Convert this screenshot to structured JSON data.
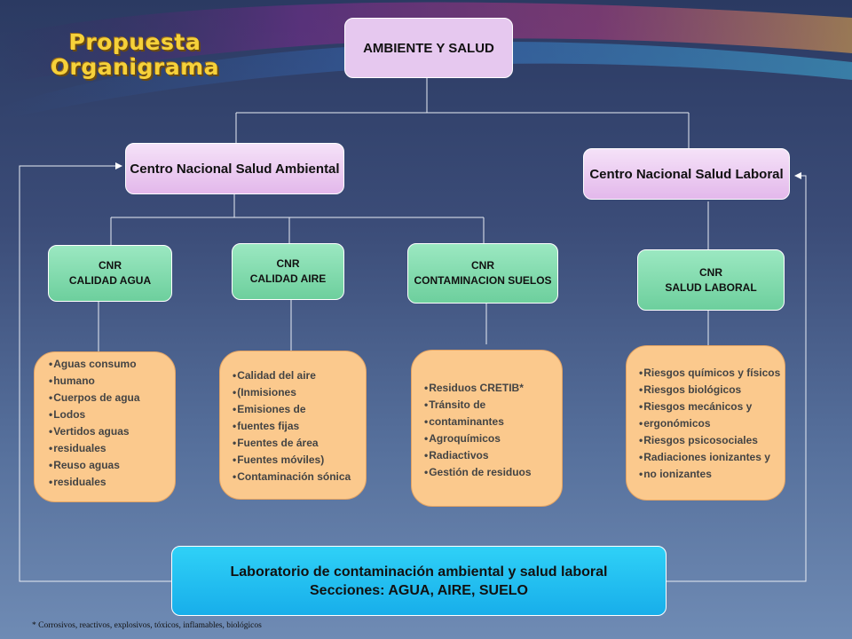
{
  "title": {
    "line1": "Propuesta",
    "line2": "Organigrama"
  },
  "root": {
    "label": "AMBIENTE Y SALUD"
  },
  "centers": [
    {
      "label": "Centro Nacional Salud Ambiental"
    },
    {
      "label": "Centro Nacional Salud Laboral"
    }
  ],
  "cnr": [
    {
      "line1": "CNR",
      "line2": "CALIDAD AGUA"
    },
    {
      "line1": "CNR",
      "line2": "CALIDAD AIRE"
    },
    {
      "line1": "CNR",
      "line2": "CONTAMINACION SUELOS"
    },
    {
      "line1": "CNR",
      "line2": "SALUD LABORAL"
    }
  ],
  "lists": [
    {
      "items": [
        "Aguas consumo",
        "humano",
        "Cuerpos de agua",
        "Lodos",
        "Vertidos  aguas",
        "residuales",
        "Reuso  aguas",
        "residuales"
      ]
    },
    {
      "items": [
        "Calidad del aire",
        "(Inmisiones",
        "Emisiones de",
        "fuentes fijas",
        "Fuentes de  área",
        "Fuentes móviles)",
        "Contaminación sónica"
      ]
    },
    {
      "items": [
        "Residuos CRETIB*",
        "Tránsito de",
        "contaminantes",
        "Agroquímicos",
        "Radiactivos",
        "Gestión de residuos"
      ]
    },
    {
      "items": [
        "Riesgos químicos y físicos",
        "Riesgos biológicos",
        "Riesgos mecánicos y",
        "ergonómicos",
        "Riesgos psicosociales",
        "Radiaciones ionizantes y",
        "no ionizantes"
      ]
    }
  ],
  "laboratory": {
    "line1": "Laboratorio de contaminación ambiental y salud laboral",
    "line2": "Secciones: AGUA, AIRE, SUELO"
  },
  "footnote": "* Corrosivos, reactivos, explosivos, tóxicos, inflamables, biológicos"
}
